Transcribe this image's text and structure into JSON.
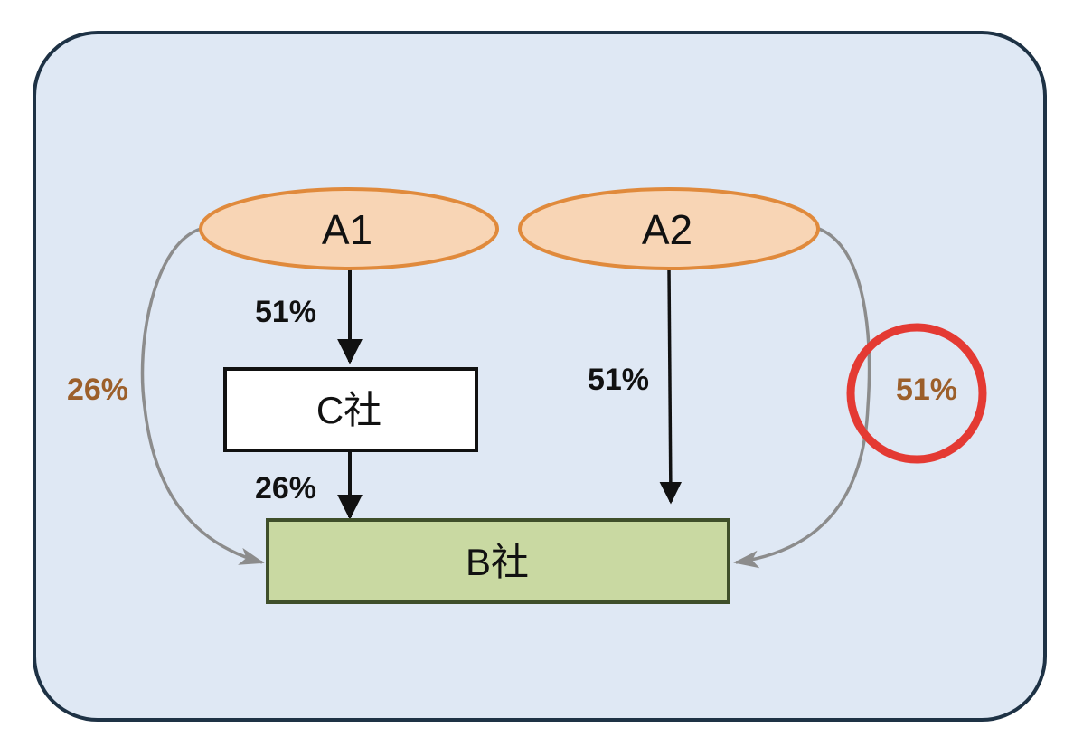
{
  "nodes": {
    "a1": "A1",
    "a2": "A2",
    "c": "C社",
    "b": "B社"
  },
  "edges": {
    "a1_to_c": "51%",
    "c_to_b": "26%",
    "a1_to_b": "26%",
    "a2_to_b": "51%",
    "a2_to_b_indirect": "51%"
  },
  "colors": {
    "background": "#dfe8f4",
    "frame_border": "#1e3245",
    "ellipse_fill": "#f8d5b5",
    "ellipse_stroke": "#e08a3c",
    "b_fill": "#c9d9a2",
    "b_stroke": "#3f4f2a",
    "c_fill": "#ffffff",
    "c_stroke": "#111111",
    "brown_label": "#9c5f2a",
    "highlight_circle": "#e43a33",
    "grey_arrow": "#8c8c8c"
  }
}
